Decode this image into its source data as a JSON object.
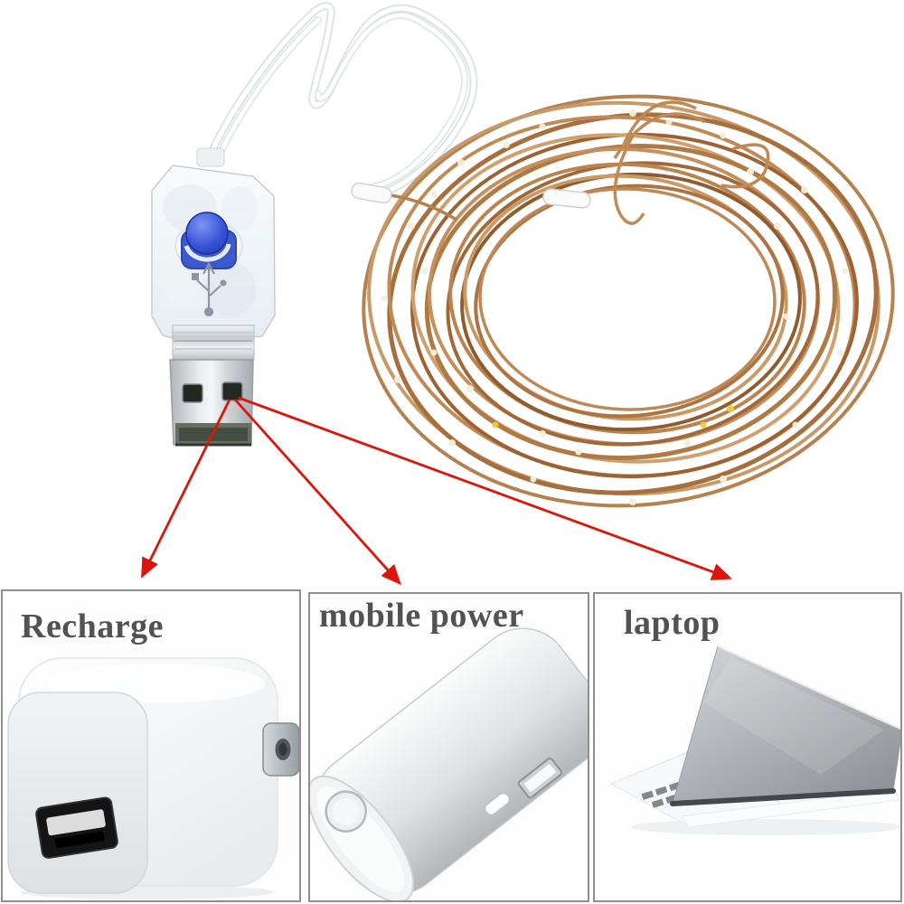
{
  "figure": {
    "subject": "usb-powered-copper-wire-led-string-light",
    "parts": {
      "cable": "clear-connector-cable",
      "controller": "usb-light-controller",
      "button": "power-mode-button",
      "plug": "usb-a-plug",
      "coil": "copper-wire-led-coil"
    }
  },
  "colors": {
    "background": "#ffffff",
    "arrow_red": "#dc150a",
    "copper_wire": "#b5824f",
    "copper_dark": "#9a6335",
    "copper_light": "#d2a273",
    "button_blue": "#2d4ccc",
    "panel_border": "#8f8f8f",
    "label_text": "#525252",
    "led_glint": "#f5efdc",
    "led_yellow": "#e5cf3a",
    "metal_silver": "#c9ccd0"
  },
  "arrows": [
    {
      "from": "usb-a-plug",
      "to": "recharge"
    },
    {
      "from": "usb-a-plug",
      "to": "mobile-power"
    },
    {
      "from": "usb-a-plug",
      "to": "laptop"
    }
  ],
  "panels": [
    {
      "id": "recharge",
      "title": "Recharge",
      "illustration": "usb-wall-charger"
    },
    {
      "id": "mobile-power",
      "title": "mobile power",
      "illustration": "power-bank"
    },
    {
      "id": "laptop",
      "title": "laptop",
      "illustration": "laptop-computer"
    }
  ]
}
